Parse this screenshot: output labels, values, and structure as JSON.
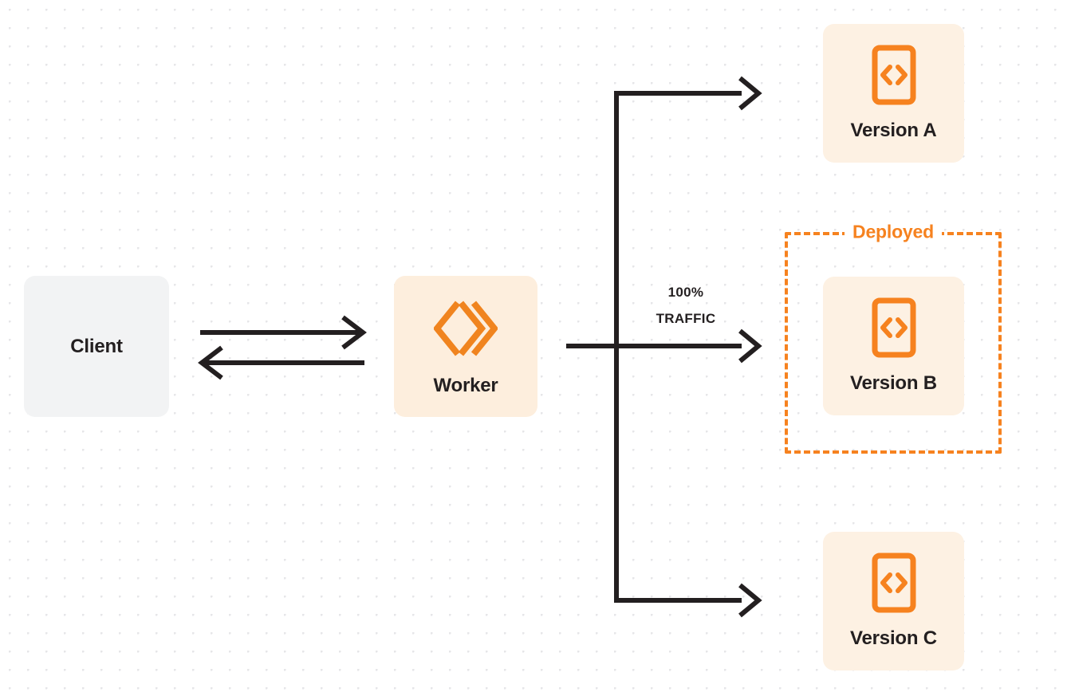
{
  "diagram": {
    "title": "Worker version traffic routing",
    "background": {
      "style": "dot-grid",
      "dot_color": "#e6e6e8",
      "page_color": "#ffffff"
    },
    "colors": {
      "orange": "#f6821f",
      "orange_fill": "#fdf1e3",
      "worker_fill": "#fdeedd",
      "client_fill": "#f2f3f4",
      "ink": "#231f20"
    },
    "nodes": {
      "client": {
        "label": "Client",
        "icon": "none"
      },
      "worker": {
        "label": "Worker",
        "icon": "cloudflare-workers-logo-icon"
      },
      "version_a": {
        "label": "Version A",
        "icon": "code-document-icon"
      },
      "version_b": {
        "label": "Version B",
        "icon": "code-document-icon"
      },
      "version_c": {
        "label": "Version C",
        "icon": "code-document-icon"
      }
    },
    "group": {
      "deployed_label": "Deployed",
      "border_style": "dashed",
      "border_color": "#f6821f"
    },
    "edges": {
      "client_to_worker": {
        "label": "",
        "direction": "bidirectional"
      },
      "worker_to_versions": {
        "percent_label": "100%",
        "traffic_label": "TRAFFIC",
        "targets": [
          "Version A",
          "Version B",
          "Version C"
        ],
        "active_target": "Version B"
      }
    }
  }
}
